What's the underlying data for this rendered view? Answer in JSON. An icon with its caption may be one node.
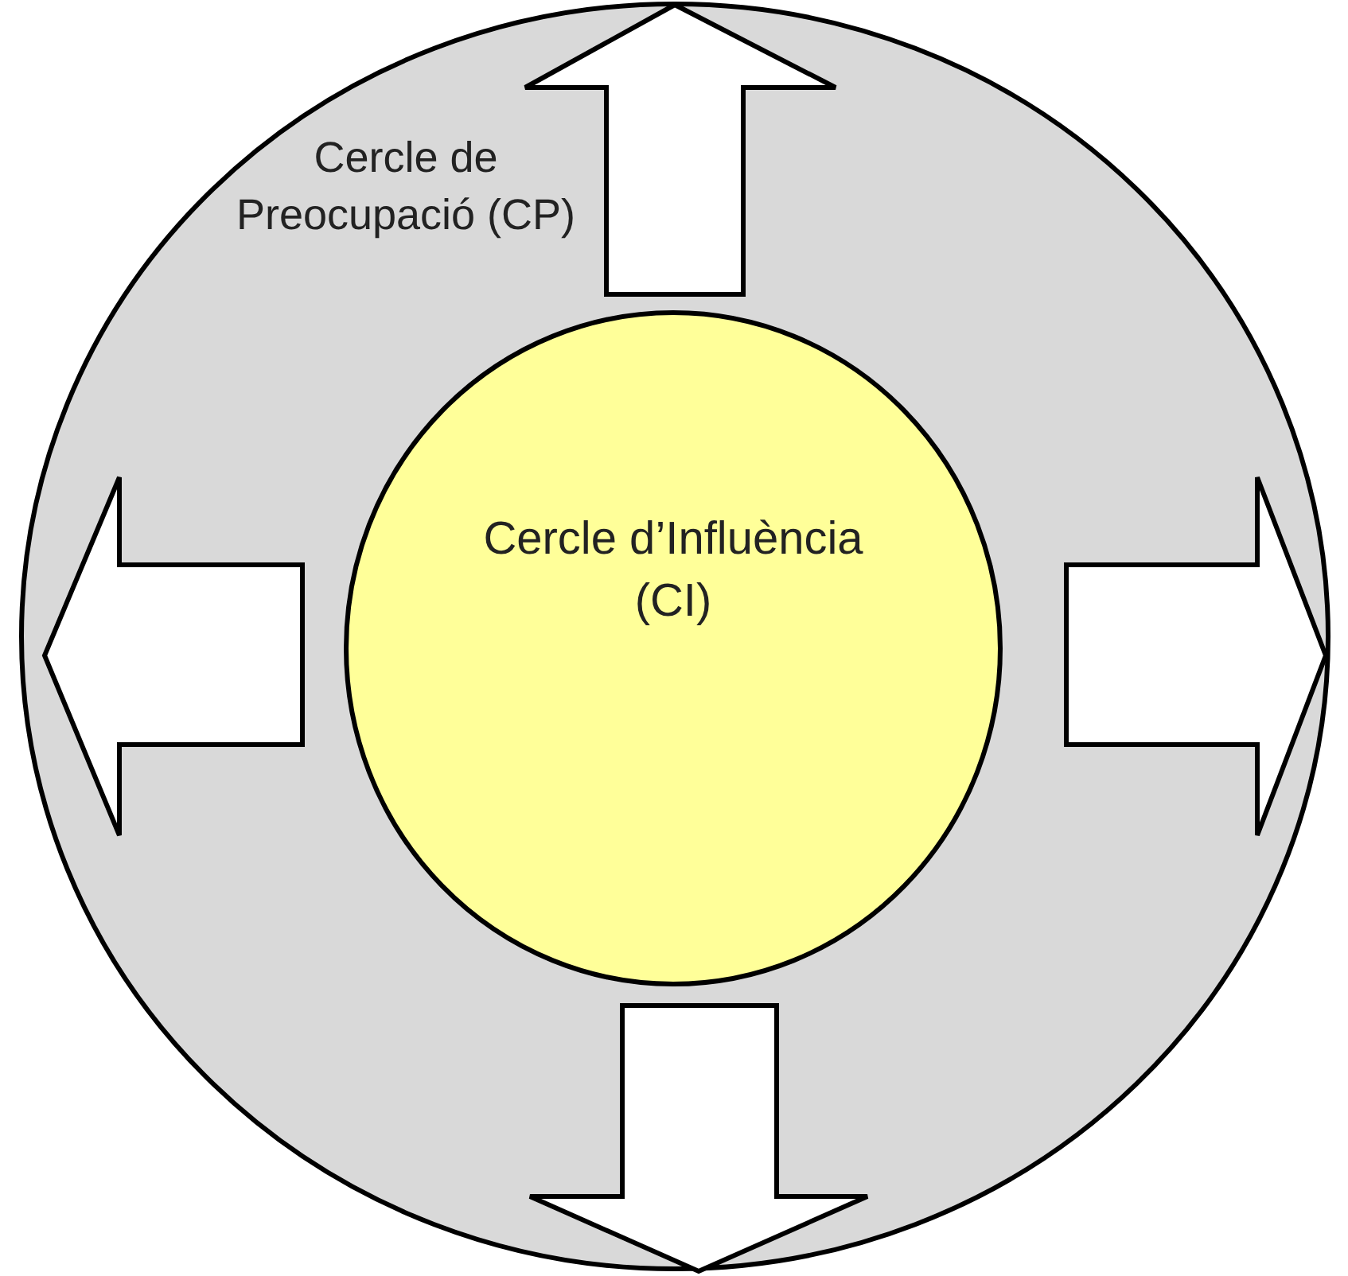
{
  "diagram": {
    "nodes": [
      {
        "text": [
          "Cercle de Preocupació (CP)"
        ]
      },
      {
        "text": [
          "Cercle d’Influència (CI)"
        ],
        "in": 0
      }
    ]
  }
}
